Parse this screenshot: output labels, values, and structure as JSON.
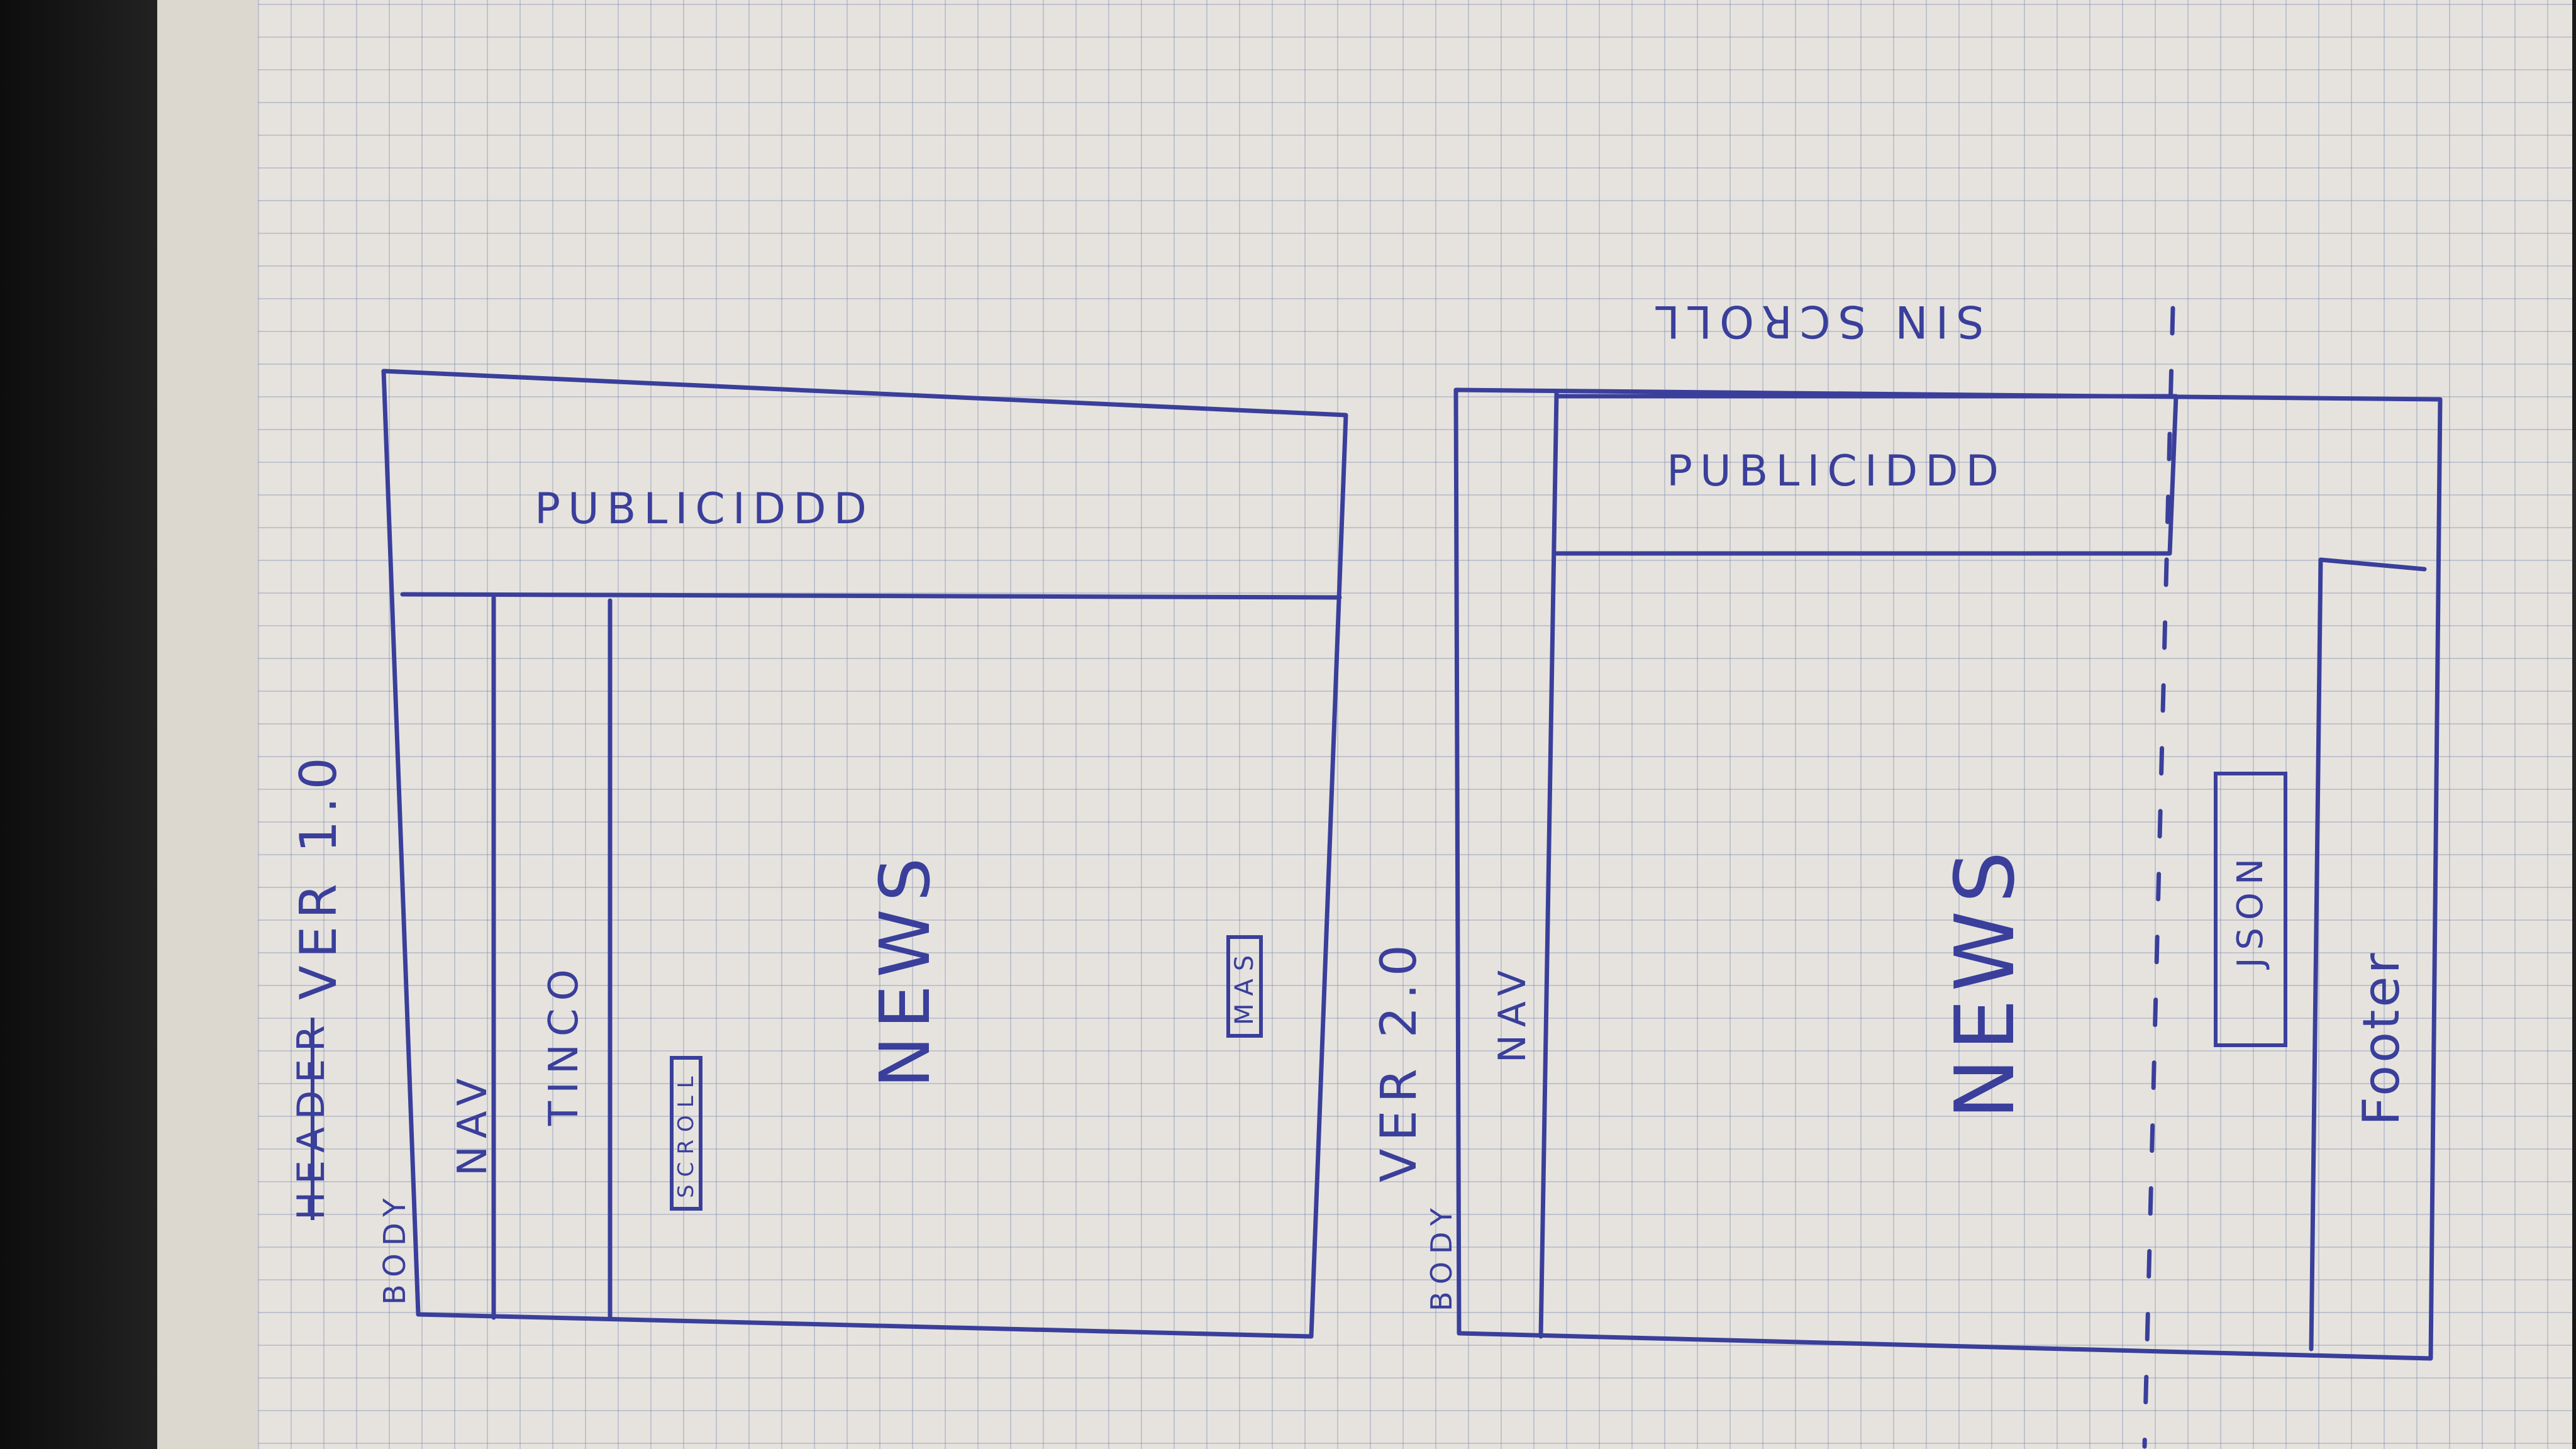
{
  "ink_color": "#3a3f9b",
  "sketch_v1": {
    "version_label": "VER 1.0",
    "struck_word": "HEADER",
    "body_label": "BODY",
    "publicidad": "PUBLICIDDD",
    "nav": "NAV",
    "tinco": "TINCO",
    "news": "NEWS",
    "scroll": "SCROLL",
    "mas": "MAS"
  },
  "sketch_v2": {
    "version_label": "VER 2.0",
    "body_label": "BODY",
    "nav": "NAV",
    "publicidad": "PUBLICIDDD",
    "sin_scroll": "SIN SCROLL",
    "news": "NEWS",
    "json": "JSON",
    "footer": "Footer"
  }
}
